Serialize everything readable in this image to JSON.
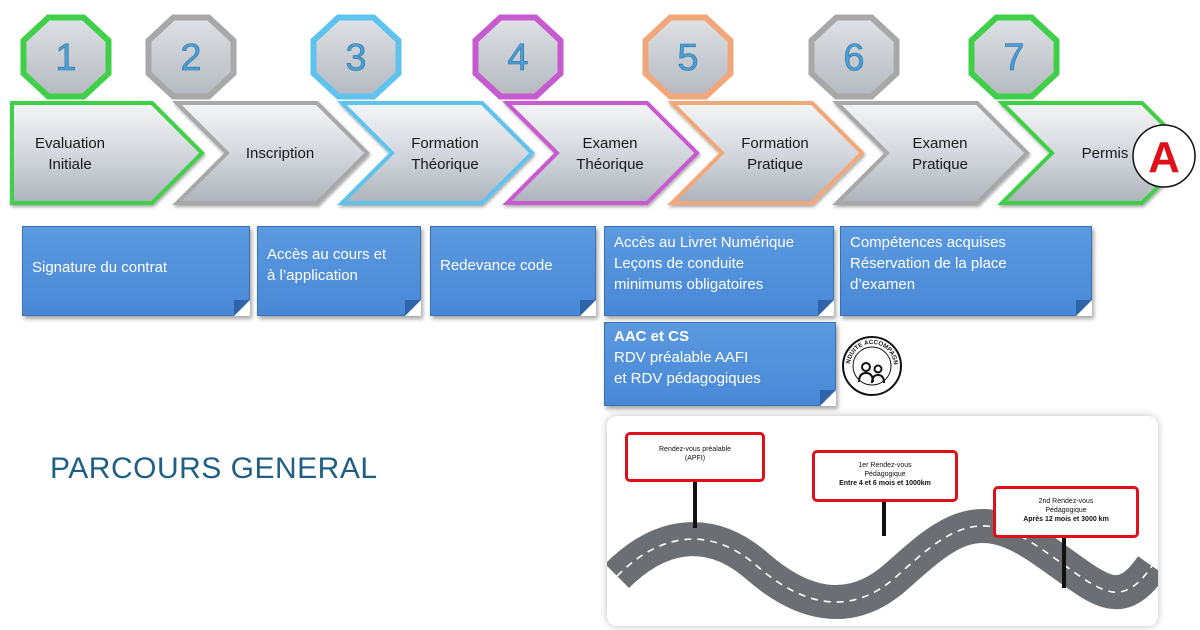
{
  "steps": [
    {
      "number": "1",
      "line1": "Evaluation",
      "line2": "Initiale",
      "color": "#3fcf48"
    },
    {
      "number": "2",
      "line1": "Inscription",
      "line2": "",
      "color": "#a8a8a8"
    },
    {
      "number": "3",
      "line1": "Formation",
      "line2": "Théorique",
      "color": "#5ec3ee"
    },
    {
      "number": "4",
      "line1": "Examen",
      "line2": "Théorique",
      "color": "#c85ad0"
    },
    {
      "number": "5",
      "line1": "Formation",
      "line2": "Pratique",
      "color": "#f2a77a"
    },
    {
      "number": "6",
      "line1": "Examen",
      "line2": "Pratique",
      "color": "#a8a8a8"
    },
    {
      "number": "7",
      "line1": "Permis",
      "line2": "",
      "color": "#3fcf48"
    }
  ],
  "license_badge": {
    "letter": "A",
    "color": "#e0101a"
  },
  "notes": {
    "contract": {
      "lines": [
        "Signature du contrat"
      ]
    },
    "course": {
      "lines": [
        "Accès au cours et",
        "à l’application"
      ]
    },
    "fee": {
      "lines": [
        "Redevance code"
      ]
    },
    "practice": {
      "lines": [
        "Accès au Livret Numérique",
        "Leçons de conduite",
        "minimums obligatoires"
      ]
    },
    "exam": {
      "lines": [
        "Compétences acquises",
        "Réservation de la place",
        "d’examen"
      ]
    },
    "aac": {
      "title": "AAC et CS",
      "lines": [
        "RDV préalable AAFI",
        "et RDV pédagogiques"
      ]
    }
  },
  "conduite_logo": {
    "text": "CONDUITE ACCOMPAGNÉE"
  },
  "page_title": "PARCOURS GENERAL",
  "road_signs": [
    {
      "lines": [
        "Rendez-vous préalable",
        "(APFI)"
      ]
    },
    {
      "lines": [
        "1er Rendez-vous",
        "Pédagogique",
        "Entre 4 et 6 mois et 1000km"
      ]
    },
    {
      "lines": [
        "2nd Rendez-vous",
        "Pédagogique",
        "Après 12 mois et 3000 km"
      ]
    }
  ]
}
